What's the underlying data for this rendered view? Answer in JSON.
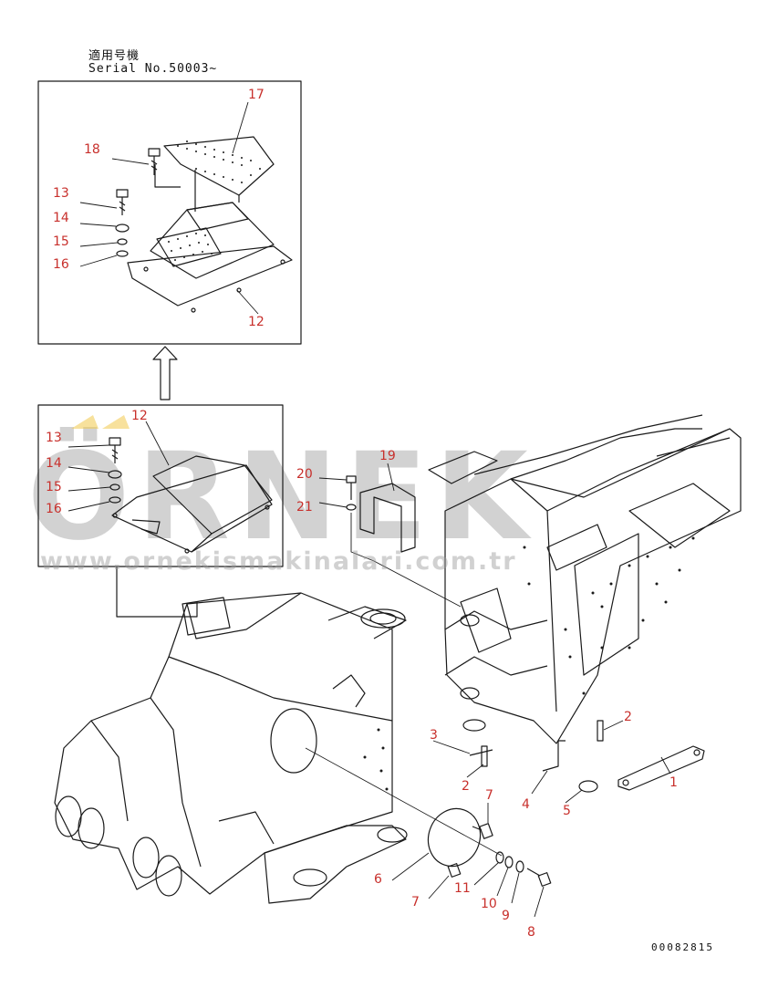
{
  "header": {
    "applicable_label": "適用号機",
    "serial_label": "Serial No.50003∼"
  },
  "watermark": {
    "brand": "ÖRNEK",
    "url": "www.orneki̇smaki̇nalari.com.tr"
  },
  "drawing_code": "00082815",
  "callouts": {
    "c17": "17",
    "c18": "18",
    "c13a": "13",
    "c14a": "14",
    "c15a": "15",
    "c16a": "16",
    "c12a": "12",
    "c12b": "12",
    "c13b": "13",
    "c14b": "14",
    "c15b": "15",
    "c16b": "16",
    "c19": "19",
    "c20": "20",
    "c21": "21",
    "c1": "1",
    "c2a": "2",
    "c2b": "2",
    "c3": "3",
    "c4": "4",
    "c5": "5",
    "c6": "6",
    "c7a": "7",
    "c7b": "7",
    "c8": "8",
    "c9": "9",
    "c10": "10",
    "c11": "11"
  },
  "colors": {
    "callout": "#c8302c",
    "line": "#1a1a1a",
    "watermark": "#8c8c8c",
    "accent": "#f2c94c"
  }
}
